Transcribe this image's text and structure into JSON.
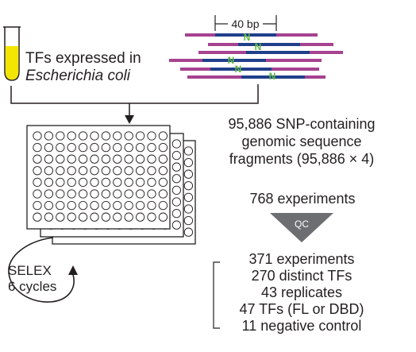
{
  "tube_label": {
    "line1": "TFs expressed in",
    "line2": "Escherichia coli"
  },
  "fragment_label": {
    "length": "40 bp",
    "snp_symbol": "N"
  },
  "sequence_text": {
    "line1": "95,886 SNP-containing",
    "line2": "genomic sequence",
    "line3": "fragments (95,886 × 4)"
  },
  "selex_label": {
    "line1": "SELEX",
    "line2": "6 cycles"
  },
  "experiments_total": "768 experiments",
  "qc_label": "QC",
  "results": [
    "371 experiments",
    "270 distinct TFs",
    "43 replicates",
    "47 TFs (FL or DBD)",
    "11 negative control"
  ],
  "colors": {
    "liquid": "#f2e600",
    "dna_magenta": "#a6428f",
    "dna_navy": "#1f3f8a",
    "snp_green": "#5cb843",
    "qc_triangle": "#6d6e71",
    "ink": "#231f20"
  }
}
